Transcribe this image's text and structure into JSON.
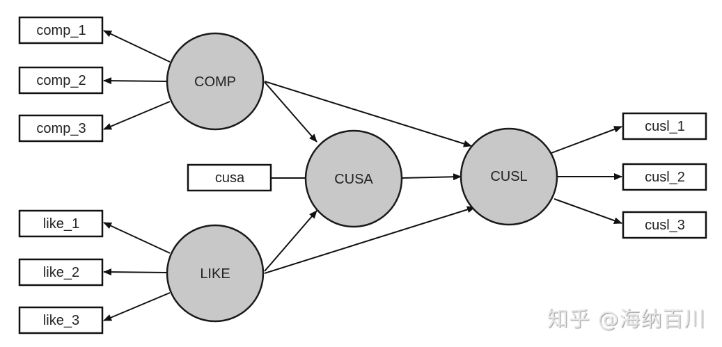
{
  "latent_variables": {
    "comp": "COMP",
    "cusa": "CUSA",
    "cusl": "CUSL",
    "like": "LIKE"
  },
  "indicators": {
    "comp_1": "comp_1",
    "comp_2": "comp_2",
    "comp_3": "comp_3",
    "cusa": "cusa",
    "like_1": "like_1",
    "like_2": "like_2",
    "like_3": "like_3",
    "cusl_1": "cusl_1",
    "cusl_2": "cusl_2",
    "cusl_3": "cusl_3"
  },
  "edges": [
    {
      "from": "COMP",
      "to": "comp_1"
    },
    {
      "from": "COMP",
      "to": "comp_2"
    },
    {
      "from": "COMP",
      "to": "comp_3"
    },
    {
      "from": "COMP",
      "to": "CUSA"
    },
    {
      "from": "COMP",
      "to": "CUSL"
    },
    {
      "from": "cusa",
      "to": "CUSA",
      "arrow": false
    },
    {
      "from": "CUSA",
      "to": "CUSL"
    },
    {
      "from": "LIKE",
      "to": "like_1"
    },
    {
      "from": "LIKE",
      "to": "like_2"
    },
    {
      "from": "LIKE",
      "to": "like_3"
    },
    {
      "from": "LIKE",
      "to": "CUSA"
    },
    {
      "from": "LIKE",
      "to": "CUSL"
    },
    {
      "from": "CUSL",
      "to": "cusl_1"
    },
    {
      "from": "CUSL",
      "to": "cusl_2"
    },
    {
      "from": "CUSL",
      "to": "cusl_3"
    }
  ],
  "watermark": "知乎 @海纳百川"
}
